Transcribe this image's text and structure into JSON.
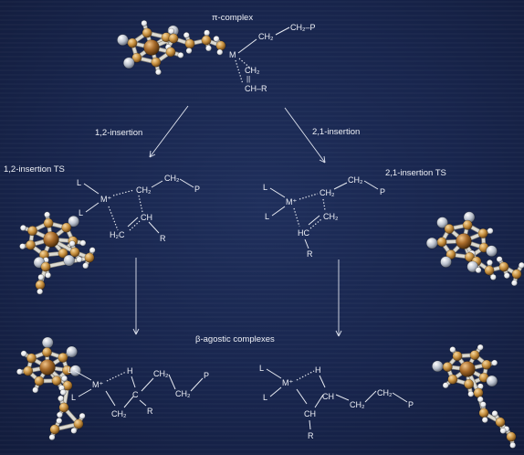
{
  "labels": {
    "pi_complex": "π-complex",
    "insertion_12": "1,2-insertion",
    "insertion_21": "2,1-insertion",
    "ts_12": "1,2-insertion TS",
    "ts_21": "2,1-insertion TS",
    "beta_agostic": "β-agostic complexes"
  },
  "atoms": {
    "M": "M",
    "M_plus": "M⁺",
    "L": "L",
    "H": "H",
    "C": "C",
    "CH": "CH",
    "CH2": "CH₂",
    "CH2_P": "CH₂–P",
    "CH_R": "CH–R",
    "H2C": "H₂C",
    "HC": "HC",
    "R": "R",
    "P": "P",
    "double_bond": "||"
  },
  "colors": {
    "background": "#17234a",
    "text": "#eef0f6",
    "carbon_atom": "#c8913f",
    "metal_atom": "#a86b2a",
    "hydrogen_atom": "#ffffff",
    "bond_stick": "#dcdad2"
  }
}
